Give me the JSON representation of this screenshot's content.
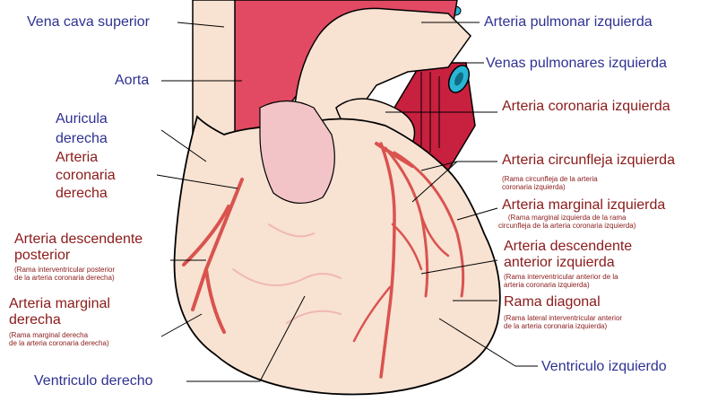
{
  "colors": {
    "vessel_red": "#e0405a",
    "heart_body": "#f8e2d2",
    "outline": "#000000",
    "label_blue": "#2e3192",
    "label_dark_red": "#8b1a1a",
    "artery_stroke": "#d9534f",
    "vein_cyan": "#29b6d6"
  },
  "labels": {
    "vena_cava_superior": "Vena cava superior",
    "aorta": "Aorta",
    "auricula_derecha": "Auricula\nderecha",
    "arteria_coronaria_derecha": "Arteria\ncoronaria\nderecha",
    "arteria_descendente_posterior": "Arteria descendente\nposterior",
    "arteria_descendente_posterior_sub": "(Rama interventricular posterior\nde la arteria coronaria derecha)",
    "arteria_marginal_derecha": "Arteria marginal\nderecha",
    "arteria_marginal_derecha_sub": "(Rama marginal derecha\nde la arteria coronaria derecha)",
    "ventriculo_derecho": "Ventriculo derecho",
    "arteria_pulmonar_izquierda": "Arteria pulmonar izquierda",
    "venas_pulmonares_izquierda": "Venas pulmonares izquierda",
    "arteria_coronaria_izquierda": "Arteria coronaria izquierda",
    "arteria_circunfleja_izquierda": "Arteria circunfleja izquierda",
    "arteria_circunfleja_izquierda_sub": "(Rama circunfleja de la arteria\ncoronaria izquierda)",
    "arteria_marginal_izquierda": "Arteria marginal izquierda",
    "arteria_marginal_izquierda_sub": "(Rama marginal izquierda de la rama\ncircunfleja de la arteria coronaria izquierda)",
    "arteria_descendente_anterior_izquierda": "Arteria descendente\nanterior izquierda",
    "arteria_descendente_anterior_izquierda_sub": "(Rama interventricular anterior de la\narteria coronaria izquierda)",
    "rama_diagonal": "Rama diagonal",
    "rama_diagonal_sub": "(Rama lateral interventricular anterior\nde la arteria coronaria izquierda)",
    "ventriculo_izquierdo": "Ventriculo izquierdo"
  }
}
